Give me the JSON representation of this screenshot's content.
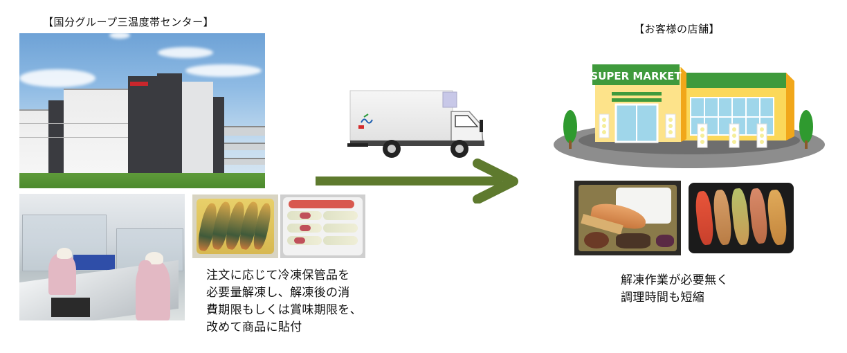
{
  "source": {
    "title": "【国分グループ三温度帯センター】",
    "warehouse_photo": "three-temperature distribution center building",
    "workroom_photo": "staff thawing and labeling products in cold room",
    "product_photos": [
      "frozen grilled fish pack",
      "frozen meat-wrapped rolls pack"
    ],
    "description_lines": [
      "注文に応じて冷凍保管品を",
      "必要量解凍し、解凍後の消",
      "費期限もしくは賞味期限を、",
      "改めて商品に貼付"
    ]
  },
  "transport": {
    "icon": "refrigerated-truck",
    "arrow_color": "#5e7a2e",
    "direction": "right"
  },
  "destination": {
    "title": "【お客様の店舗】",
    "store_sign": "SUPER MARKET",
    "store_colors": {
      "sign": "#3f9a3c",
      "wall": "#fbd85a",
      "glass": "#9fd6ea",
      "road": "#8d8d8d",
      "tree": "#2f9a2f"
    },
    "product_photos": [
      "thawed salmon bento box",
      "thawed skewer assortment tray"
    ],
    "description_lines": [
      "解凍作業が必要無く",
      "調理時間も短縮"
    ]
  }
}
